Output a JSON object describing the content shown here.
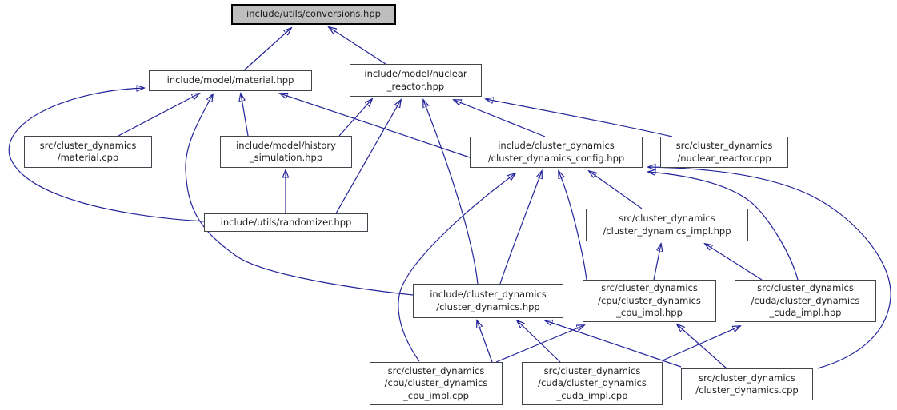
{
  "diagram": {
    "type": "include-dependency-graph",
    "root_file": "include/utils/conversions.hpp",
    "colors": {
      "background": "#ffffff",
      "edge": "#24249a",
      "node_background": "#ffffff",
      "node_border": "#43434b",
      "root_background": "#bebebe",
      "root_border": "#000000",
      "text": "#202020"
    },
    "nodes": [
      {
        "id": "conversions_hpp",
        "label": "include/utils/conversions.hpp"
      },
      {
        "id": "material_hpp",
        "label": "include/model/material.hpp"
      },
      {
        "id": "nuclear_reactor_hpp",
        "label": "include/model/nuclear\n_reactor.hpp"
      },
      {
        "id": "material_cpp",
        "label": "src/cluster_dynamics\n/material.cpp"
      },
      {
        "id": "history_simulation_hpp",
        "label": "include/model/history\n_simulation.hpp"
      },
      {
        "id": "cluster_dynamics_config_hpp",
        "label": "include/cluster_dynamics\n/cluster_dynamics_config.hpp"
      },
      {
        "id": "nuclear_reactor_cpp",
        "label": "src/cluster_dynamics\n/nuclear_reactor.cpp"
      },
      {
        "id": "randomizer_hpp",
        "label": "include/utils/randomizer.hpp"
      },
      {
        "id": "cluster_dynamics_impl_hpp",
        "label": "src/cluster_dynamics\n/cluster_dynamics_impl.hpp"
      },
      {
        "id": "cluster_dynamics_hpp",
        "label": "include/cluster_dynamics\n/cluster_dynamics.hpp"
      },
      {
        "id": "cpu_impl_hpp",
        "label": "src/cluster_dynamics\n/cpu/cluster_dynamics\n_cpu_impl.hpp"
      },
      {
        "id": "cuda_impl_hpp",
        "label": "src/cluster_dynamics\n/cuda/cluster_dynamics\n_cuda_impl.hpp"
      },
      {
        "id": "cpu_impl_cpp",
        "label": "src/cluster_dynamics\n/cpu/cluster_dynamics\n_cpu_impl.cpp"
      },
      {
        "id": "cuda_impl_cpp",
        "label": "src/cluster_dynamics\n/cuda/cluster_dynamics\n_cuda_impl.cpp"
      },
      {
        "id": "cluster_dynamics_cpp",
        "label": "src/cluster_dynamics\n/cluster_dynamics.cpp"
      }
    ],
    "edges": [
      {
        "from": "material_hpp",
        "to": "conversions_hpp"
      },
      {
        "from": "nuclear_reactor_hpp",
        "to": "conversions_hpp"
      },
      {
        "from": "material_cpp",
        "to": "material_hpp"
      },
      {
        "from": "history_simulation_hpp",
        "to": "material_hpp"
      },
      {
        "from": "randomizer_hpp",
        "to": "material_hpp"
      },
      {
        "from": "cluster_dynamics_hpp",
        "to": "material_hpp"
      },
      {
        "from": "cluster_dynamics_config_hpp",
        "to": "material_hpp"
      },
      {
        "from": "history_simulation_hpp",
        "to": "nuclear_reactor_hpp"
      },
      {
        "from": "randomizer_hpp",
        "to": "nuclear_reactor_hpp"
      },
      {
        "from": "cluster_dynamics_hpp",
        "to": "nuclear_reactor_hpp"
      },
      {
        "from": "cluster_dynamics_config_hpp",
        "to": "nuclear_reactor_hpp"
      },
      {
        "from": "nuclear_reactor_cpp",
        "to": "nuclear_reactor_hpp"
      },
      {
        "from": "randomizer_hpp",
        "to": "history_simulation_hpp"
      },
      {
        "from": "cpu_impl_hpp",
        "to": "cluster_dynamics_impl_hpp"
      },
      {
        "from": "cuda_impl_hpp",
        "to": "cluster_dynamics_impl_hpp"
      },
      {
        "from": "cluster_dynamics_impl_hpp",
        "to": "cluster_dynamics_config_hpp"
      },
      {
        "from": "cluster_dynamics_hpp",
        "to": "cluster_dynamics_config_hpp"
      },
      {
        "from": "cpu_impl_hpp",
        "to": "cluster_dynamics_config_hpp"
      },
      {
        "from": "cpu_impl_cpp",
        "to": "cluster_dynamics_config_hpp"
      },
      {
        "from": "cuda_impl_hpp",
        "to": "cluster_dynamics_config_hpp"
      },
      {
        "from": "cluster_dynamics_cpp",
        "to": "cluster_dynamics_config_hpp"
      },
      {
        "from": "cpu_impl_cpp",
        "to": "cluster_dynamics_hpp"
      },
      {
        "from": "cuda_impl_cpp",
        "to": "cluster_dynamics_hpp"
      },
      {
        "from": "cluster_dynamics_cpp",
        "to": "cluster_dynamics_hpp"
      },
      {
        "from": "cpu_impl_cpp",
        "to": "cpu_impl_hpp"
      },
      {
        "from": "cluster_dynamics_cpp",
        "to": "cpu_impl_hpp"
      },
      {
        "from": "cuda_impl_cpp",
        "to": "cuda_impl_hpp"
      }
    ]
  }
}
